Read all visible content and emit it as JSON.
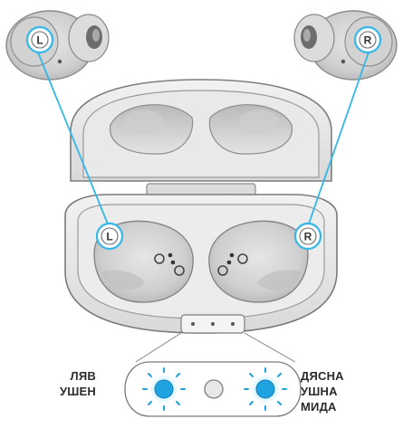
{
  "earbuds": {
    "left_marker": "L",
    "right_marker": "R"
  },
  "indicators": {
    "left_label_lines": [
      "ЛЯВ",
      "УШЕН"
    ],
    "right_label_lines": [
      "ДЯСНА",
      "УШНА",
      "МИДА"
    ],
    "led_color": "#1fa3e0",
    "line_color": "#33b7e8"
  }
}
